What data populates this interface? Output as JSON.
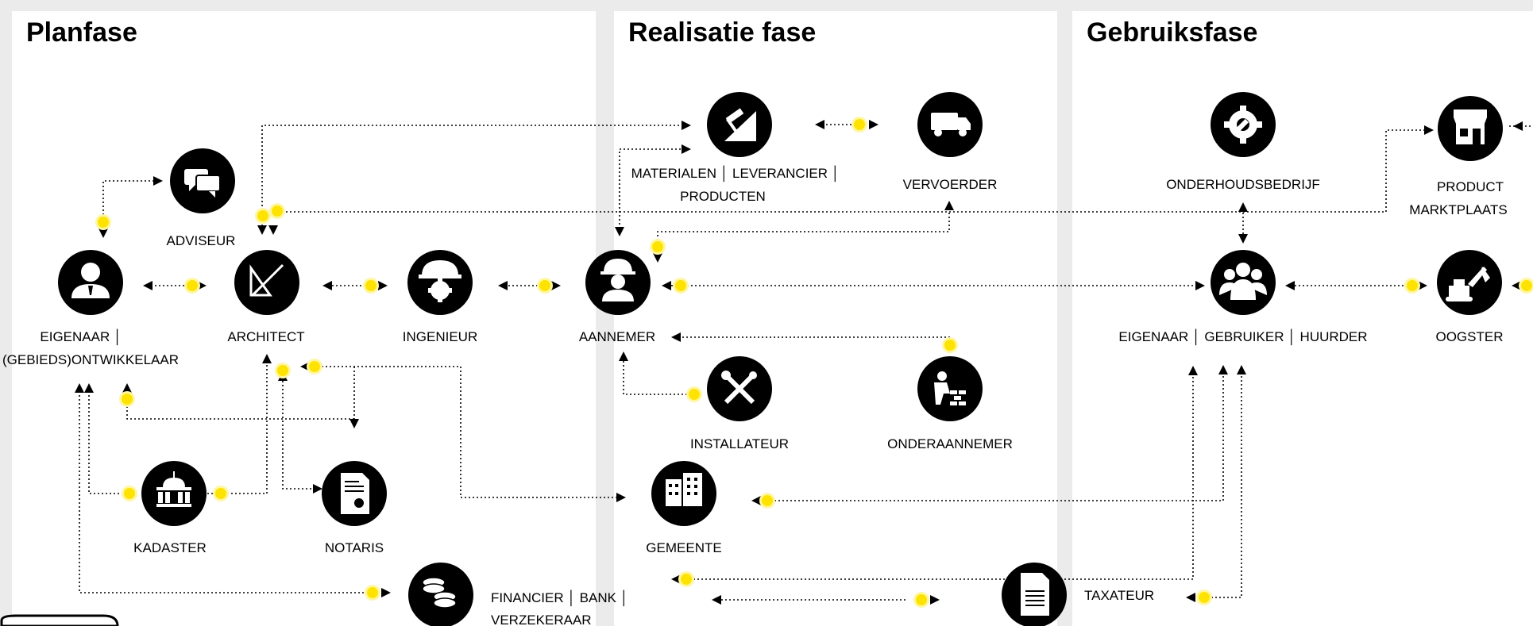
{
  "phases": {
    "plan": "Planfase",
    "realisatie": "Realisatie fase",
    "gebruik": "Gebruiksfase"
  },
  "nodes": {
    "eigenaar_ontwikkelaar": {
      "line1": "EIGENAAR │",
      "line2": "(GEBIEDS)ONTWIKKELAAR",
      "icon": "person-icon"
    },
    "adviseur": {
      "line1": "ADVISEUR",
      "icon": "chat-bubbles-icon"
    },
    "architect": {
      "line1": "ARCHITECT",
      "icon": "drafting-pencil-icon"
    },
    "ingenieur": {
      "line1": "INGENIEUR",
      "icon": "helmet-gear-icon"
    },
    "aannemer": {
      "line1": "AANNEMER",
      "icon": "construction-worker-icon"
    },
    "materialen": {
      "line1": "MATERIALEN │ LEVERANCIER │",
      "line2": "PRODUCTEN",
      "icon": "hammer-ramp-icon"
    },
    "vervoerder": {
      "line1": "VERVOERDER",
      "icon": "truck-icon"
    },
    "installateur": {
      "line1": "INSTALLATEUR",
      "icon": "wrench-screwdriver-icon"
    },
    "onderaannemer": {
      "line1": "ONDERAANNEMER",
      "icon": "bricklayer-icon"
    },
    "kadaster": {
      "line1": "KADASTER",
      "icon": "government-building-icon"
    },
    "notaris": {
      "line1": "NOTARIS",
      "icon": "certificate-document-icon"
    },
    "gemeente": {
      "line1": "GEMEENTE",
      "icon": "office-building-icon"
    },
    "financier": {
      "line1": "FINANCIER │ BANK │",
      "line2": "VERZEKERAAR",
      "icon": "coins-icon"
    },
    "taxateur": {
      "line1": "TAXATEUR",
      "icon": "report-document-icon"
    },
    "onderhoudsbedrijf": {
      "line1": "ONDERHOUDSBEDRIJF",
      "icon": "gear-wrench-icon"
    },
    "product_marktplaats": {
      "line1": "PRODUCT",
      "line2": "MARKTPLAATS",
      "icon": "storefront-icon"
    },
    "gebruiker": {
      "line1": "EIGENAAR │ GEBRUIKER │ HUURDER",
      "icon": "group-icon"
    },
    "oogster": {
      "line1": "OOGSTER",
      "icon": "excavator-icon"
    }
  },
  "colors": {
    "accent": "#ffe300",
    "node": "#000000",
    "panel": "#ffffff",
    "background": "#ebebeb"
  }
}
